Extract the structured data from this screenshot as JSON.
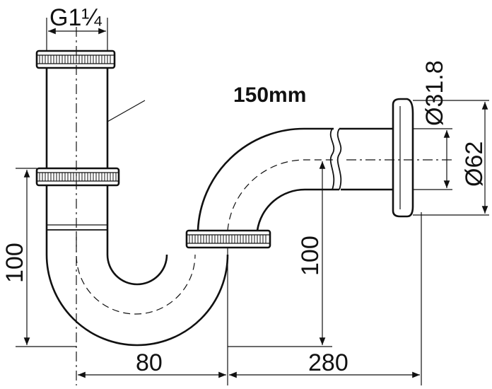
{
  "diagram": {
    "thread_label": "G1¼",
    "length_label": "150mm",
    "dims": {
      "outlet_inner_diameter": "Ø31.8",
      "flange_diameter": "Ø62",
      "height_left": "100",
      "height_right": "100",
      "width_center": "80",
      "width_total": "280"
    },
    "colors": {
      "ink": "#111111",
      "background": "#ffffff"
    }
  }
}
